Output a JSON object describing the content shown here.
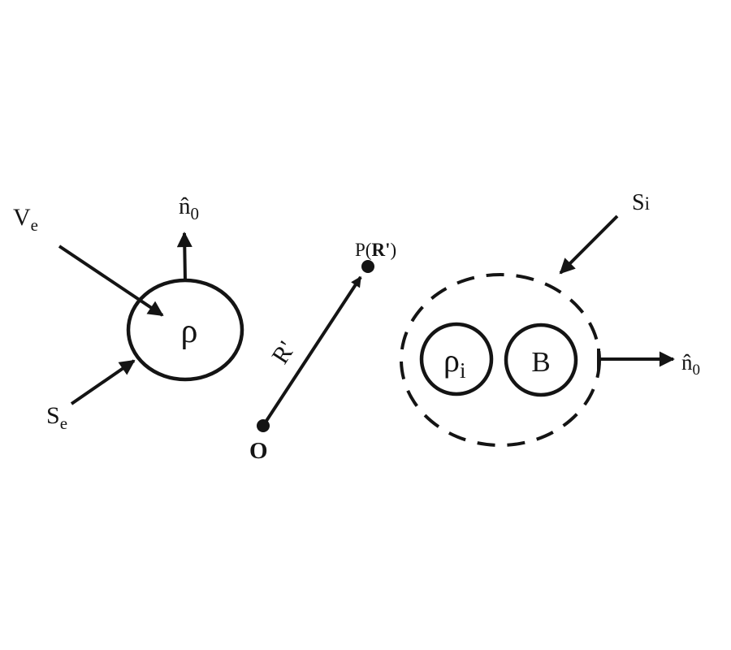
{
  "figure": {
    "background_color": "#ffffff",
    "ink_color": "#141414",
    "exterior_source": {
      "volume_label": {
        "main": "V",
        "sub": "e"
      },
      "surface_label": {
        "main": "S",
        "sub": "e"
      },
      "charge_density_label": "ρ",
      "outward_normal_label": {
        "main": "n̂",
        "sub": "0"
      }
    },
    "observation": {
      "origin_label": "O",
      "field_point_label": {
        "pre": "P(",
        "vector": "R'",
        "post": ")"
      },
      "position_vector_label": "R'"
    },
    "interior_region": {
      "surface_label": {
        "main": "S",
        "sub": "i"
      },
      "charge_density_label": {
        "main": "ρ",
        "sub": "i"
      },
      "field_region_label": "B",
      "outward_normal_label": {
        "main": "n̂",
        "sub": "0"
      }
    }
  }
}
